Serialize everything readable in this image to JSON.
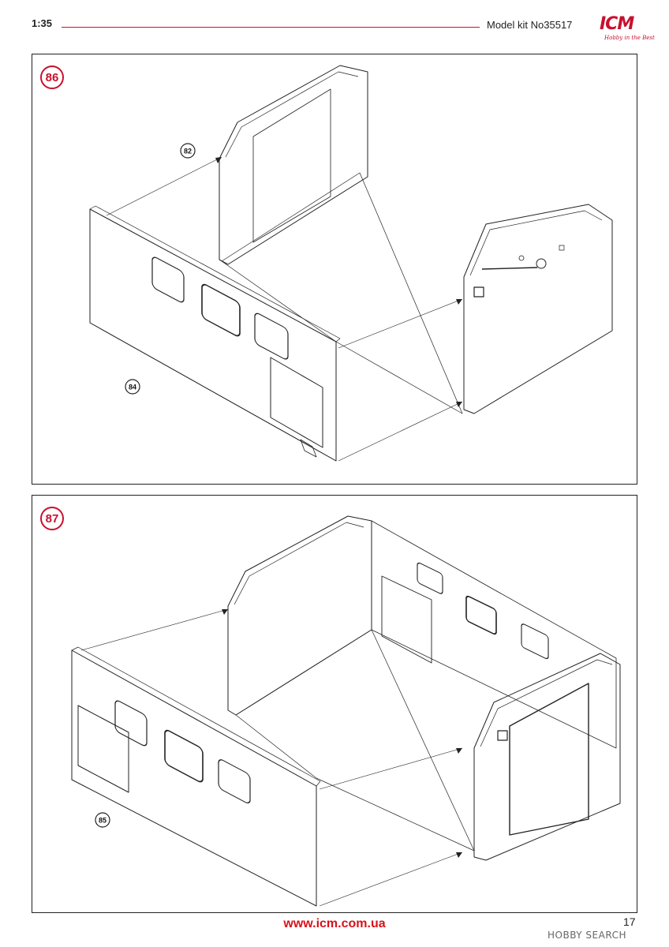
{
  "header": {
    "scale": "1:35",
    "kit": "Model kit No35517",
    "logo_text": "ICM",
    "logo_tagline": "Hobby in the Best"
  },
  "steps": [
    {
      "number": "86",
      "parts": [
        "82",
        "84"
      ]
    },
    {
      "number": "87",
      "parts": [
        "85"
      ]
    }
  ],
  "footer": {
    "url": "www.icm.com.ua",
    "page_number": "17",
    "watermark": "HOBBY SEARCH"
  },
  "colors": {
    "accent": "#c8102e",
    "line": "#222222"
  }
}
